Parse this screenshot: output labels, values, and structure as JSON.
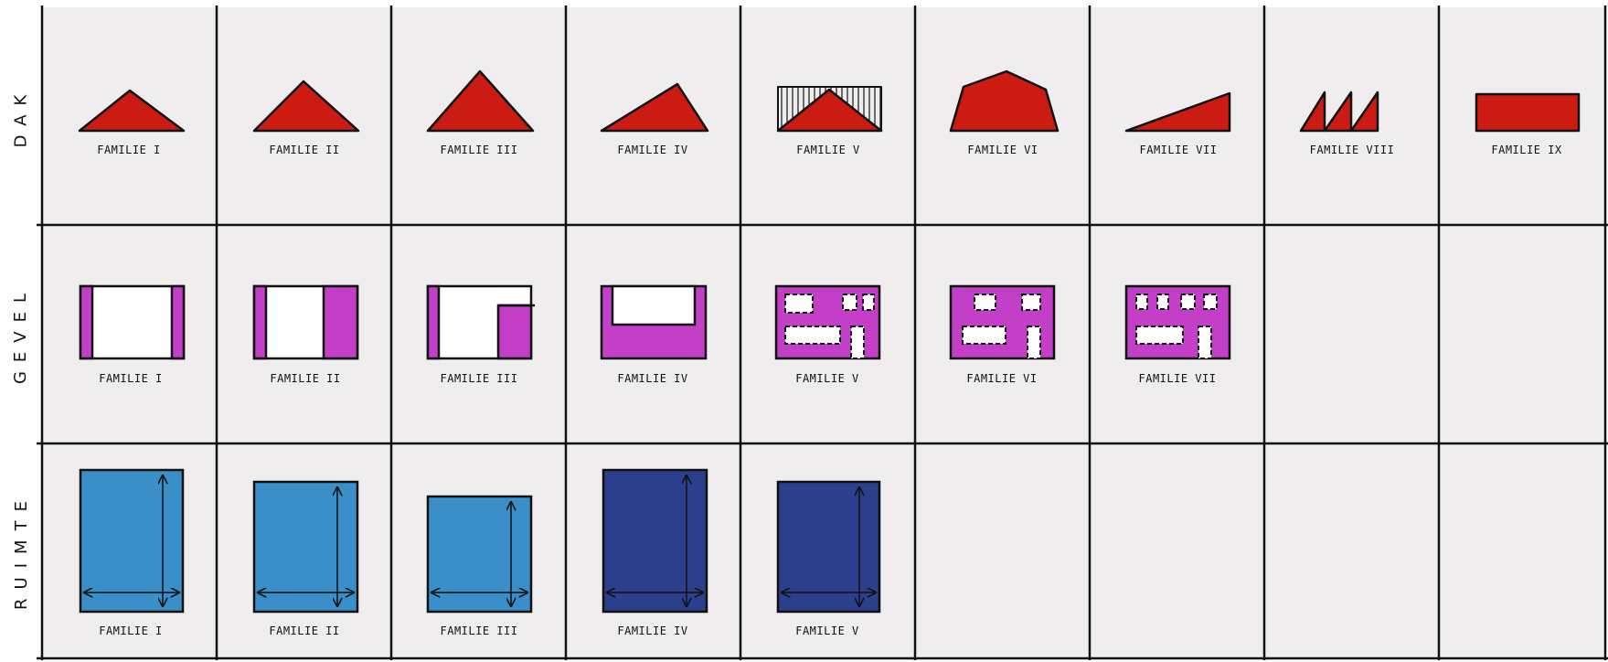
{
  "colors": {
    "paper": "#efedee",
    "ink": "#111111",
    "roof_red": "#cc1b12",
    "facade_magenta": "#c33fc8",
    "space_light_blue": "#3a8fc9",
    "space_dark_blue": "#2b3f8c"
  },
  "rows": [
    {
      "label": "DAK",
      "cells": [
        {
          "label": "FAMILIE I",
          "icon": "roof-low-triangle-icon"
        },
        {
          "label": "FAMILIE II",
          "icon": "roof-triangle-icon"
        },
        {
          "label": "FAMILIE III",
          "icon": "roof-tall-triangle-icon"
        },
        {
          "label": "FAMILIE IV",
          "icon": "roof-asymmetric-triangle-icon"
        },
        {
          "label": "FAMILIE V",
          "icon": "roof-hatched-triangle-icon"
        },
        {
          "label": "FAMILIE VI",
          "icon": "roof-mansard-icon"
        },
        {
          "label": "FAMILIE VII",
          "icon": "roof-shed-icon"
        },
        {
          "label": "FAMILIE VIII",
          "icon": "roof-sawtooth-icon"
        },
        {
          "label": "FAMILIE IX",
          "icon": "roof-flat-icon"
        }
      ]
    },
    {
      "label": "GEVEL",
      "cells": [
        {
          "label": "FAMILIE I",
          "icon": "facade-two-strips-icon"
        },
        {
          "label": "FAMILIE II",
          "icon": "facade-strip-and-block-icon"
        },
        {
          "label": "FAMILIE III",
          "icon": "facade-strip-and-corner-block-icon"
        },
        {
          "label": "FAMILIE IV",
          "icon": "facade-u-shape-icon"
        },
        {
          "label": "FAMILIE V",
          "icon": "facade-openings-grid-icon"
        },
        {
          "label": "FAMILIE VI",
          "icon": "facade-openings-grid-icon"
        },
        {
          "label": "FAMILIE VII",
          "icon": "facade-openings-grid-icon"
        }
      ]
    },
    {
      "label": "RUIMTE",
      "cells": [
        {
          "label": "FAMILIE I",
          "icon": "space-light-blue-box-icon"
        },
        {
          "label": "FAMILIE II",
          "icon": "space-light-blue-box-icon"
        },
        {
          "label": "FAMILIE III",
          "icon": "space-light-blue-box-icon"
        },
        {
          "label": "FAMILIE IV",
          "icon": "space-dark-blue-box-icon"
        },
        {
          "label": "FAMILIE V",
          "icon": "space-dark-blue-box-icon"
        }
      ]
    }
  ]
}
